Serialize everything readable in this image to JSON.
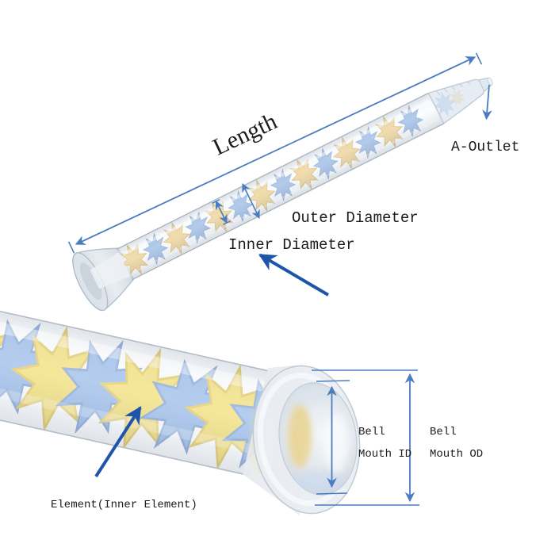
{
  "labels": {
    "length": "Length",
    "a_outlet": "A-Outlet",
    "outer_diameter": "Outer Diameter",
    "inner_diameter": "Inner Diameter",
    "element": "Element(Inner Element)",
    "bell_mouth_id_line1": "Bell",
    "bell_mouth_id_line2": "Mouth ID",
    "bell_mouth_od_line1": "Bell",
    "bell_mouth_od_line2": "Mouth OD"
  },
  "colors": {
    "dimension_blue": "#4a7cc0",
    "arrow_blue": "#1e55aa",
    "element_yellow": "#eabf5e",
    "element_blue": "#6f9cd9",
    "element_yellow_bright": "#f2d64a",
    "element_blue_bright": "#7ba6e3",
    "text_color": "#1c1c1c"
  }
}
